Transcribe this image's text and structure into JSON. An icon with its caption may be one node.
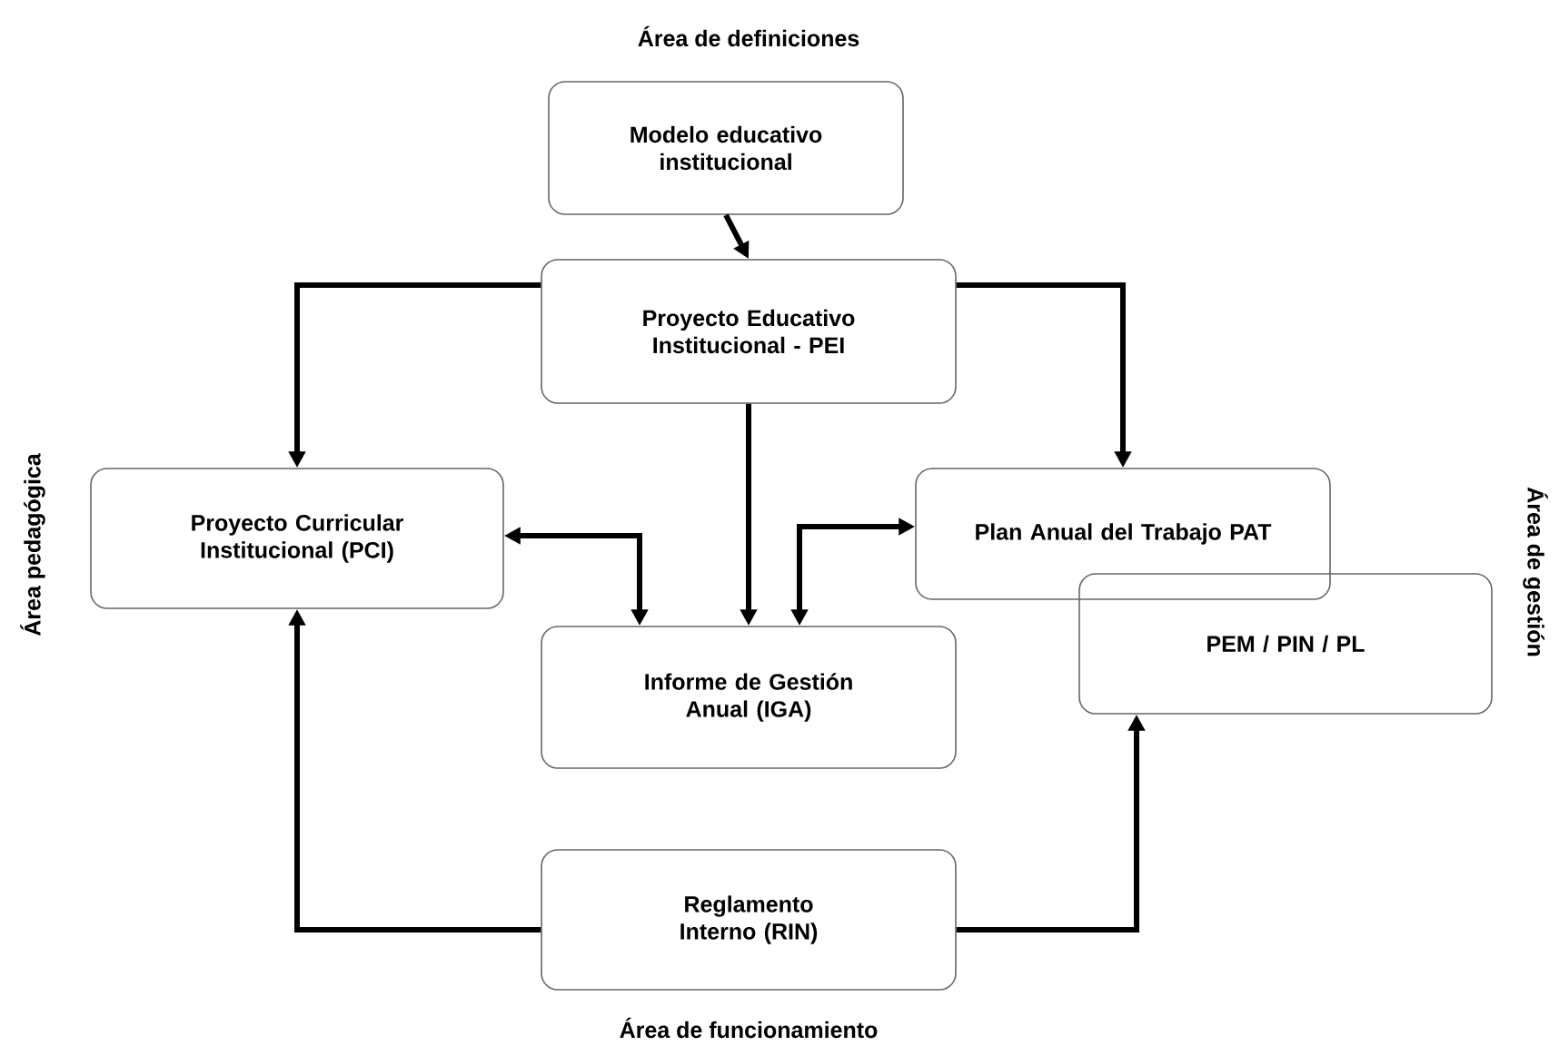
{
  "diagram": {
    "nodes": [
      {
        "text": [
          "Modelo educativo institucional"
        ]
      },
      {
        "text": [
          "Proyecto Educativo Institucional - PEI"
        ]
      },
      {
        "text": [
          "Proyecto Curricular Institucional (PCI)"
        ]
      },
      {
        "text": [
          "Plan Anual del Trabajo PAT"
        ]
      },
      {
        "text": [
          "PEM / PIN / PL"
        ]
      },
      {
        "text": [
          "Informe de Gestión Anual (IGA)"
        ]
      },
      {
        "text": [
          "Reglamento Interno (RIN)"
        ]
      }
    ],
    "edges": [
      {
        "from": 0,
        "to": 1,
        "arrow": "to"
      },
      {
        "from": 1,
        "to": 2,
        "arrow": "to"
      },
      {
        "from": 1,
        "to": 3,
        "arrow": "to"
      },
      {
        "from": 1,
        "to": 5,
        "arrow": "to"
      },
      {
        "from": 2,
        "to": 5,
        "arrow": "both"
      },
      {
        "from": 5,
        "to": 3,
        "arrow": "both"
      },
      {
        "from": 6,
        "to": 2,
        "arrow": "to"
      },
      {
        "from": 6,
        "to": 4,
        "arrow": "to"
      }
    ],
    "labels": [
      "Área de definiciones",
      "Área pedagógica",
      "Área de gestión",
      "Área de funcionamiento"
    ]
  }
}
